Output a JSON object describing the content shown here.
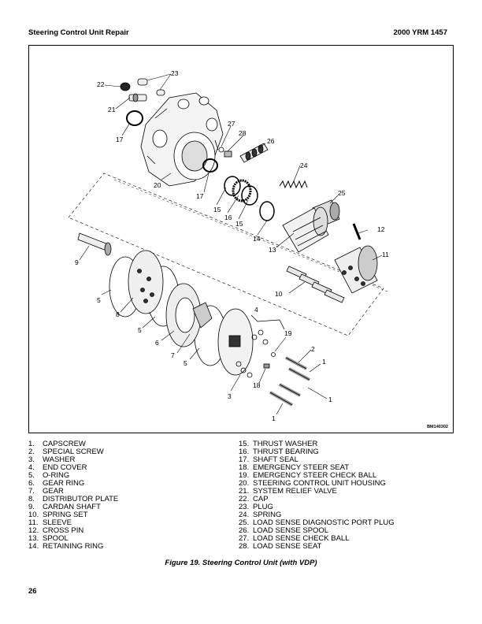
{
  "header": {
    "left": "Steering Control Unit Repair",
    "right": "2000 YRM 1457"
  },
  "figure": {
    "code": "BM140302",
    "callouts": [
      "1",
      "1",
      "1",
      "2",
      "3",
      "4",
      "5",
      "5",
      "5",
      "6",
      "7",
      "8",
      "9",
      "10",
      "11",
      "12",
      "13",
      "14",
      "15",
      "15",
      "16",
      "17",
      "17",
      "18",
      "19",
      "20",
      "21",
      "22",
      "23",
      "24",
      "25",
      "26",
      "27",
      "28"
    ]
  },
  "legend": {
    "left": [
      {
        "num": "1.",
        "label": "CAPSCREW"
      },
      {
        "num": "2.",
        "label": "SPECIAL SCREW"
      },
      {
        "num": "3.",
        "label": "WASHER"
      },
      {
        "num": "4.",
        "label": "END COVER"
      },
      {
        "num": "5.",
        "label": "O-RING"
      },
      {
        "num": "6.",
        "label": "GEAR RING"
      },
      {
        "num": "7.",
        "label": "GEAR"
      },
      {
        "num": "8.",
        "label": "DISTRIBUTOR PLATE"
      },
      {
        "num": "9.",
        "label": "CARDAN SHAFT"
      },
      {
        "num": "10.",
        "label": "SPRING SET"
      },
      {
        "num": "11.",
        "label": "SLEEVE"
      },
      {
        "num": "12.",
        "label": "CROSS PIN"
      },
      {
        "num": "13.",
        "label": "SPOOL"
      },
      {
        "num": "14.",
        "label": "RETAINING RING"
      }
    ],
    "right": [
      {
        "num": "15.",
        "label": "THRUST WASHER"
      },
      {
        "num": "16.",
        "label": "THRUST BEARING"
      },
      {
        "num": "17.",
        "label": "SHAFT SEAL"
      },
      {
        "num": "18.",
        "label": "EMERGENCY STEER SEAT"
      },
      {
        "num": "19.",
        "label": "EMERGENCY STEER CHECK BALL"
      },
      {
        "num": "20.",
        "label": "STEERING CONTROL UNIT HOUSING"
      },
      {
        "num": "21.",
        "label": "SYSTEM RELIEF VALVE"
      },
      {
        "num": "22.",
        "label": "CAP"
      },
      {
        "num": "23.",
        "label": "PLUG"
      },
      {
        "num": "24.",
        "label": "SPRING"
      },
      {
        "num": "25.",
        "label": "LOAD SENSE DIAGNOSTIC PORT PLUG"
      },
      {
        "num": "26.",
        "label": "LOAD SENSE SPOOL"
      },
      {
        "num": "27.",
        "label": "LOAD SENSE CHECK BALL"
      },
      {
        "num": "28.",
        "label": "LOAD SENSE SEAT"
      }
    ]
  },
  "caption": "Figure 19. Steering Control Unit (with VDP)",
  "page_number": "26"
}
